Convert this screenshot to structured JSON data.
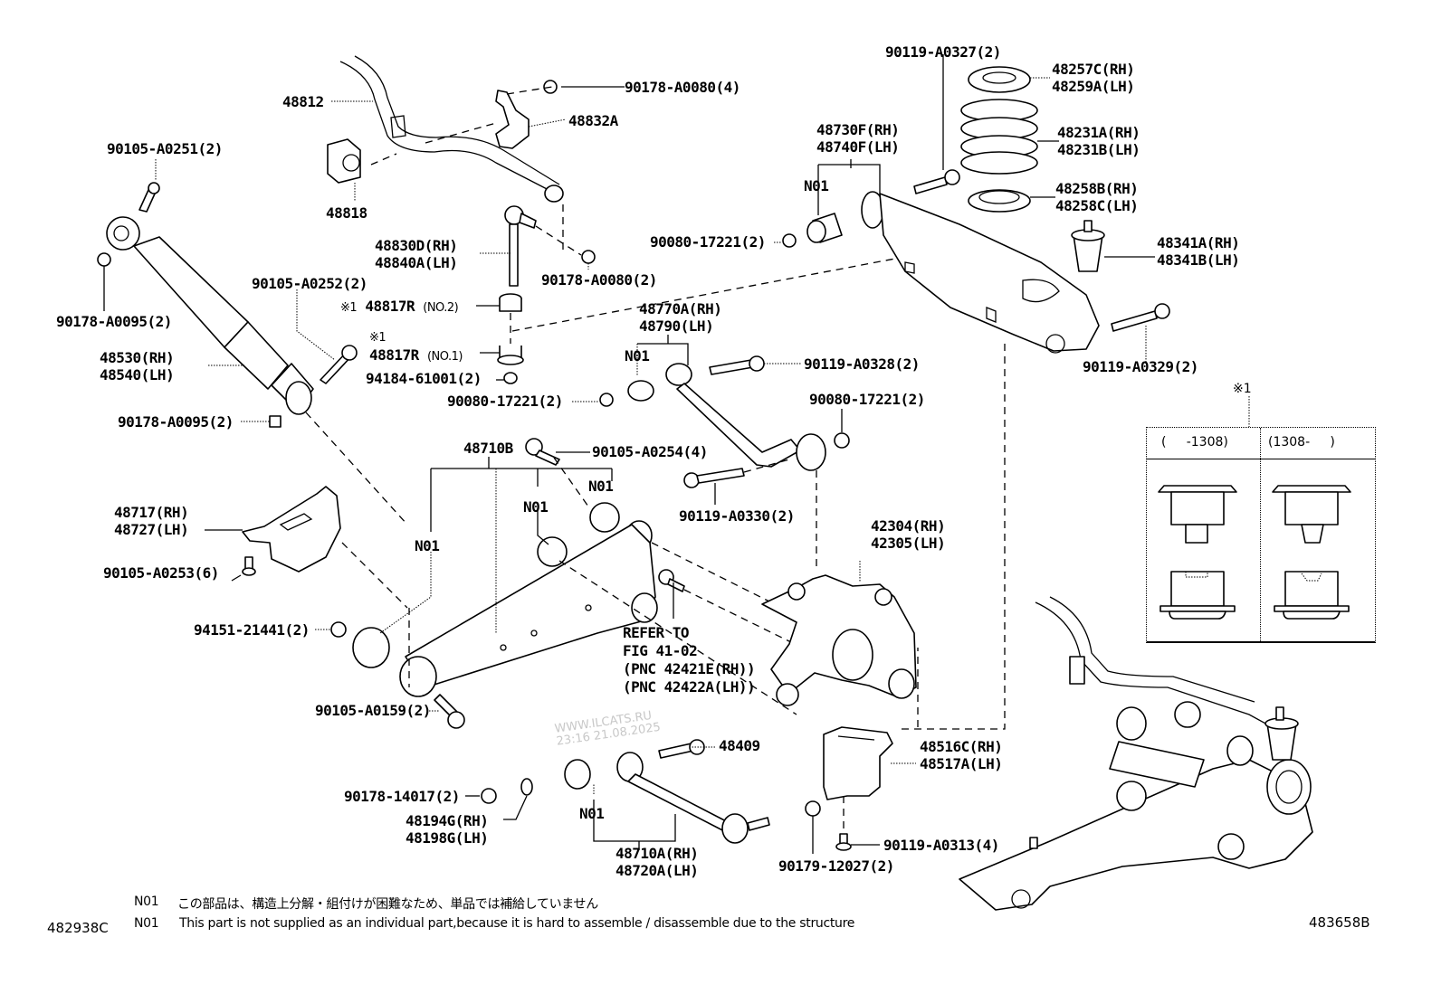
{
  "diagram": {
    "title_code_left": "482938C",
    "title_code_right": "483658B",
    "watermark": {
      "line1": "WWW.ILCATS.RU",
      "line2": "23:16 21.08.2025"
    },
    "labels": {
      "stab_bar": "48812",
      "stab_bushing": "48818",
      "stab_bracket": "48832A",
      "stab_bracket_nut": "90178-A0080(4)",
      "link_nut": "90178-A0080(2)",
      "link_rh": "48830D(RH)",
      "link_lh": "48840A(LH)",
      "shock_upper_bolt": "90105-A0251(2)",
      "shock_upper_nut": "90178-A0095(2)",
      "shock_rh": "48530(RH)",
      "shock_lh": "48540(LH)",
      "shock_lower_nut": "90178-A0095(2)",
      "shock_lower_bolt": "90105-A0252(2)",
      "cushion_no2_mark": "※1",
      "cushion_no2_part": "48817R",
      "cushion_no2_sub": "(NO.2)",
      "cushion_no1_mark": "※1",
      "cushion_no1_part": "48817R",
      "cushion_no1_sub": "(NO.1)",
      "cushion_nut": "94184-61001(2)",
      "arm_upper_nut": "90080-17221(2)",
      "trail_arm_rh": "48730F(RH)",
      "trail_arm_lh": "48740F(LH)",
      "trail_arm_n01": "N01",
      "trail_arm_nut": "90080-17221(2)",
      "trail_arm_bolt": "90119-A0327(2)",
      "spring_insulator_upper_rh": "48257C(RH)",
      "spring_insulator_upper_lh": "48259A(LH)",
      "coil_spring_rh": "48231A(RH)",
      "coil_spring_lh": "48231B(LH)",
      "spring_insulator_lower_rh": "48258B(RH)",
      "spring_insulator_lower_lh": "48258C(LH)",
      "bump_stopper_rh": "48341A(RH)",
      "bump_stopper_lh": "48341B(LH)",
      "trail_arm_rear_bolt": "90119-A0329(2)",
      "upper_arm_rh": "48770A(RH)",
      "upper_arm_lh": "48790(LH)",
      "upper_arm_n01": "N01",
      "upper_arm_bolt": "90119-A0328(2)",
      "upper_arm_nut": "90080-17221(2)",
      "upper_arm_outer_bolt": "90119-A0330(2)",
      "lower_arm": "48710B",
      "lower_arm_bolt": "90105-A0254(4)",
      "lower_arm_n01_a": "N01",
      "lower_arm_n01_b": "N01",
      "lower_arm_n01_c": "N01",
      "mount_bracket_rh": "48717(RH)",
      "mount_bracket_lh": "48727(LH)",
      "mount_bracket_bolt": "90105-A0253(6)",
      "lower_arm_nut": "94151-21441(2)",
      "lower_arm_inner_bolt": "90105-A0159(2)",
      "refer_1": "REFER TO",
      "refer_2": "FIG 41-02",
      "refer_3": "(PNC 42421E(RH))",
      "refer_4": "(PNC 42422A(LH))",
      "carrier_rh": "42304(RH)",
      "carrier_lh": "42305(LH)",
      "toe_bolt": "48409",
      "toe_nut": "90178-14017(2)",
      "cam_rh": "48194G(RH)",
      "cam_lh": "48198G(LH)",
      "toe_arm_n01": "N01",
      "toe_arm_rh": "48710A(RH)",
      "toe_arm_lh": "48720A(LH)",
      "bracket_rh": "48516C(RH)",
      "bracket_lh": "48517A(LH)",
      "bracket_bolt": "90119-A0313(4)",
      "bracket_nut": "90179-12027(2)"
    },
    "inset": {
      "mark": "※1",
      "col_left": "(     -1308)",
      "col_right": "(1308-     )"
    },
    "notes": {
      "n01_label_jp": "N01",
      "n01_text_jp": "この部品は、構造上分解・組付けが困難なため、単品では補給していません",
      "n01_label_en": "N01",
      "n01_text_en": "This part is not supplied as an individual part,because it is hard to assemble / disassemble due to the structure"
    }
  }
}
